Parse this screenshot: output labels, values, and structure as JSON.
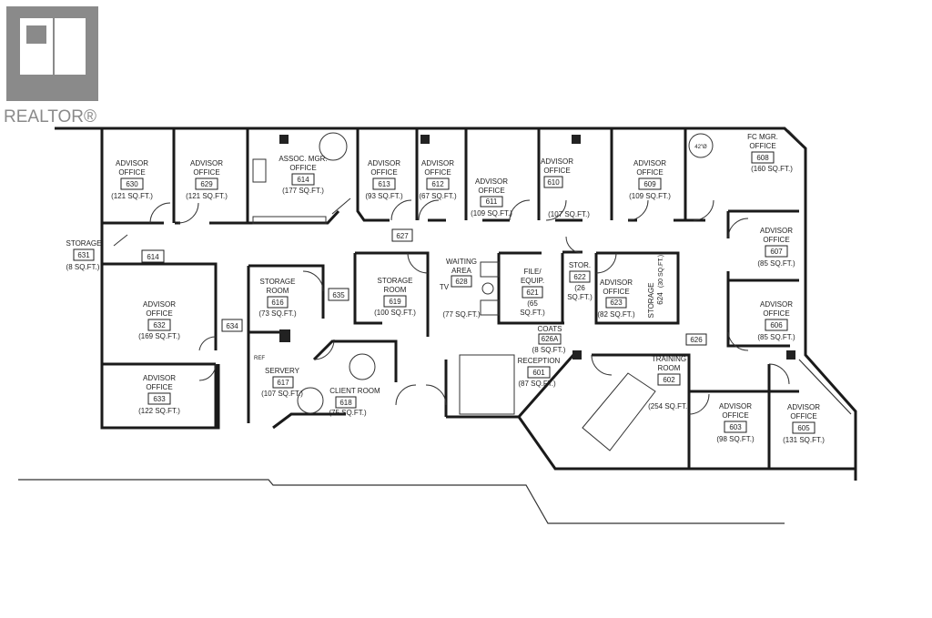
{
  "logo": {
    "text": "REALTOR®"
  },
  "rooms": {
    "r630": {
      "label1": "ADVISOR",
      "label2": "OFFICE",
      "number": "630",
      "area": "(121 SQ.FT.)"
    },
    "r629": {
      "label1": "ADVISOR",
      "label2": "OFFICE",
      "number": "629",
      "area": "(121 SQ.FT.)"
    },
    "r614a": {
      "label1": "ASSOC. MGR.",
      "label2": "OFFICE",
      "number": "614",
      "area": "(177 SQ.FT.)"
    },
    "r613": {
      "label1": "ADVISOR",
      "label2": "OFFICE",
      "number": "613",
      "area": "(93 SQ.FT.)"
    },
    "r612": {
      "label1": "ADVISOR",
      "label2": "OFFICE",
      "number": "612",
      "area": "(67 SQ.FT.)"
    },
    "r611": {
      "label1": "ADVISOR",
      "label2": "OFFICE",
      "number": "611",
      "area": "(109 SQ.FT.)"
    },
    "r610": {
      "label1": "ADVISOR",
      "label2": "OFFICE",
      "number": "610",
      "area": "(107 SQ.FT.)"
    },
    "r609": {
      "label1": "ADVISOR",
      "label2": "OFFICE",
      "number": "609",
      "area": "(109 SQ.FT.)"
    },
    "r608": {
      "label1": "FC MGR.",
      "label2": "OFFICE",
      "number": "608",
      "area": "(160 SQ.FT.)",
      "table": "42\"Ø"
    },
    "r607": {
      "label1": "ADVISOR",
      "label2": "OFFICE",
      "number": "607",
      "area": "(85 SQ.FT.)"
    },
    "r606": {
      "label1": "ADVISOR",
      "label2": "OFFICE",
      "number": "606",
      "area": "(85 SQ.FT.)"
    },
    "r605": {
      "label1": "ADVISOR",
      "label2": "OFFICE",
      "number": "605",
      "area": "(131 SQ.FT.)"
    },
    "r603": {
      "label1": "ADVISOR",
      "label2": "OFFICE",
      "number": "603",
      "area": "(98 SQ.FT.)"
    },
    "r602": {
      "label1": "TRAINING",
      "label2": "ROOM",
      "number": "602",
      "area": "(254 SQ.FT.)"
    },
    "r601": {
      "label1": "RECEPTION",
      "number": "601",
      "area": "(87 SQ.FT.)"
    },
    "r626a": {
      "label1": "COATS",
      "number": "626A",
      "area": "(8 SQ.FT.)"
    },
    "r626": {
      "number": "626"
    },
    "r621": {
      "label1": "FILE/",
      "label2": "EQUIP.",
      "number": "621",
      "area1": "(65",
      "area2": "SQ.FT.)"
    },
    "r622": {
      "label1": "STOR.",
      "number": "622",
      "area1": "(26",
      "area2": "SQ.FT.)"
    },
    "r623": {
      "label1": "ADVISOR",
      "label2": "OFFICE",
      "number": "623",
      "area": "(82 SQ.FT.)"
    },
    "r624": {
      "label1": "STORAGE",
      "number": "624",
      "area": "(30 SQ.FT.)"
    },
    "r628": {
      "label1": "WAITING",
      "label2": "AREA",
      "number": "628",
      "area": "(77 SQ.FT.)",
      "tv": "TV"
    },
    "r619": {
      "label1": "STORAGE",
      "label2": "ROOM",
      "number": "619",
      "area": "(100 SQ.FT.)"
    },
    "r635": {
      "number": "635"
    },
    "r616": {
      "label1": "STORAGE",
      "label2": "ROOM",
      "number": "616",
      "area": "(73 SQ.FT.)"
    },
    "r634": {
      "number": "634"
    },
    "r632": {
      "label1": "ADVISOR",
      "label2": "OFFICE",
      "number": "632",
      "area": "(169 SQ.FT.)"
    },
    "r633": {
      "label1": "ADVISOR",
      "label2": "OFFICE",
      "number": "633",
      "area": "(122 SQ.FT.)"
    },
    "r617": {
      "label1": "SERVERY",
      "number": "617",
      "area": "(107 SQ.FT.)",
      "ref": "REF"
    },
    "r618": {
      "label1": "CLIENT ROOM",
      "number": "618",
      "area": "(75 SQ.FT.)"
    },
    "r631": {
      "label1": "STORAGE",
      "number": "631",
      "area": "(8 SQ.FT.)"
    },
    "r614c": {
      "number": "614"
    },
    "r627": {
      "number": "627"
    }
  }
}
